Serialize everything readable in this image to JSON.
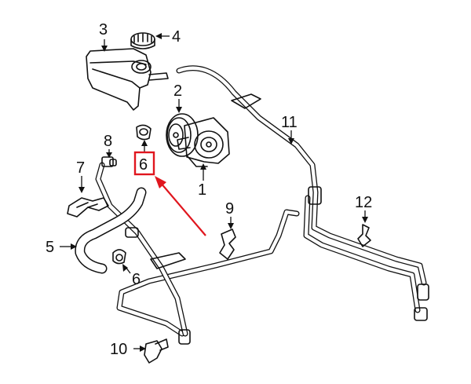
{
  "callouts": {
    "c1": "1",
    "c2": "2",
    "c3": "3",
    "c4": "4",
    "c5": "5",
    "c6_top": "6",
    "c6_bottom": "6",
    "c7": "7",
    "c8": "8",
    "c9": "9",
    "c10": "10",
    "c11": "11",
    "c12": "12"
  },
  "highlight": {
    "label": "6",
    "color": "#e0161e"
  },
  "line_color": "#111111"
}
